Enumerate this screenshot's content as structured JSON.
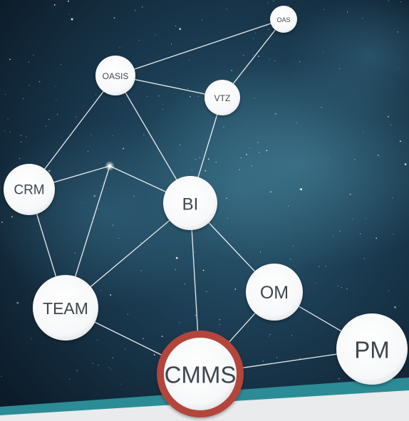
{
  "nodes": {
    "oas": "OAS",
    "oasis": "OASIS",
    "vtz": "VTZ",
    "crm": "CRM",
    "bi": "BI",
    "team": "TEAM",
    "om": "OM",
    "pm": "PM",
    "cmms": "CMMS"
  },
  "colors": {
    "cmms_ring": "#b3443a",
    "node_fill": "#ffffff",
    "link": "#ffffff",
    "footer_band": "#e9ebec",
    "footer_accent": "#2c8c96"
  }
}
